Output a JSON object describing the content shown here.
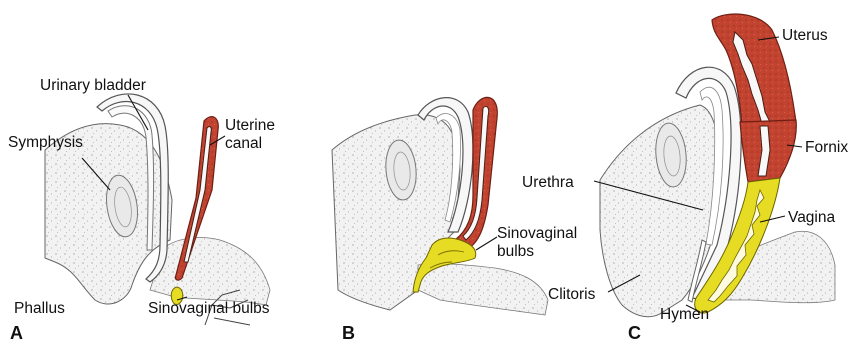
{
  "panels": [
    {
      "letter": "A",
      "labels": {
        "urinary_bladder": "Urinary bladder",
        "symphysis": "Symphysis",
        "uterine_canal": "Uterine\ncanal",
        "phallus": "Phallus",
        "sinovaginal_bulbs": "Sinovaginal bulbs"
      }
    },
    {
      "letter": "B",
      "labels": {
        "sinovaginal_bulbs": "Sinovaginal\nbulbs"
      }
    },
    {
      "letter": "C",
      "labels": {
        "uterus": "Uterus",
        "fornix": "Fornix",
        "urethra": "Urethra",
        "vagina": "Vagina",
        "clitoris": "Clitoris",
        "hymen": "Hymen"
      }
    }
  ],
  "colors": {
    "uterine_tissue": "#c0402e",
    "sinovaginal_tissue": "#e6dc24",
    "stroma": "#efefef"
  }
}
